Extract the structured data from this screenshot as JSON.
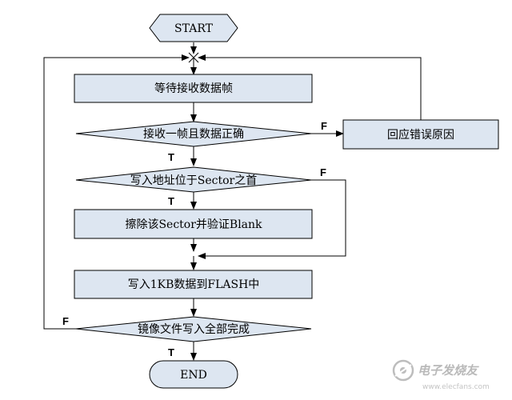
{
  "diagram": {
    "nodes": {
      "start": "START",
      "wait_frame": "等待接收数据帧",
      "check_frame": "接收一帧且数据正确",
      "reply_error": "回应错误原因",
      "check_sector": "写入地址位于Sector之首",
      "erase_sector": "擦除该Sector并验证Blank",
      "write_flash": "写入1KB数据到FLASH中",
      "check_done": "镜像文件写入全部完成",
      "end": "END"
    },
    "edge_labels": {
      "check_frame_false": "F",
      "check_frame_true": "T",
      "check_sector_false": "F",
      "check_sector_true": "T",
      "check_done_false": "F",
      "check_done_true": "T"
    }
  },
  "watermark": {
    "text": "电子发烧友",
    "url": "www.elecfans.com"
  },
  "colors": {
    "shape_fill": "#dde6f1",
    "line": "#000000",
    "watermark": "#b9b9b9"
  }
}
